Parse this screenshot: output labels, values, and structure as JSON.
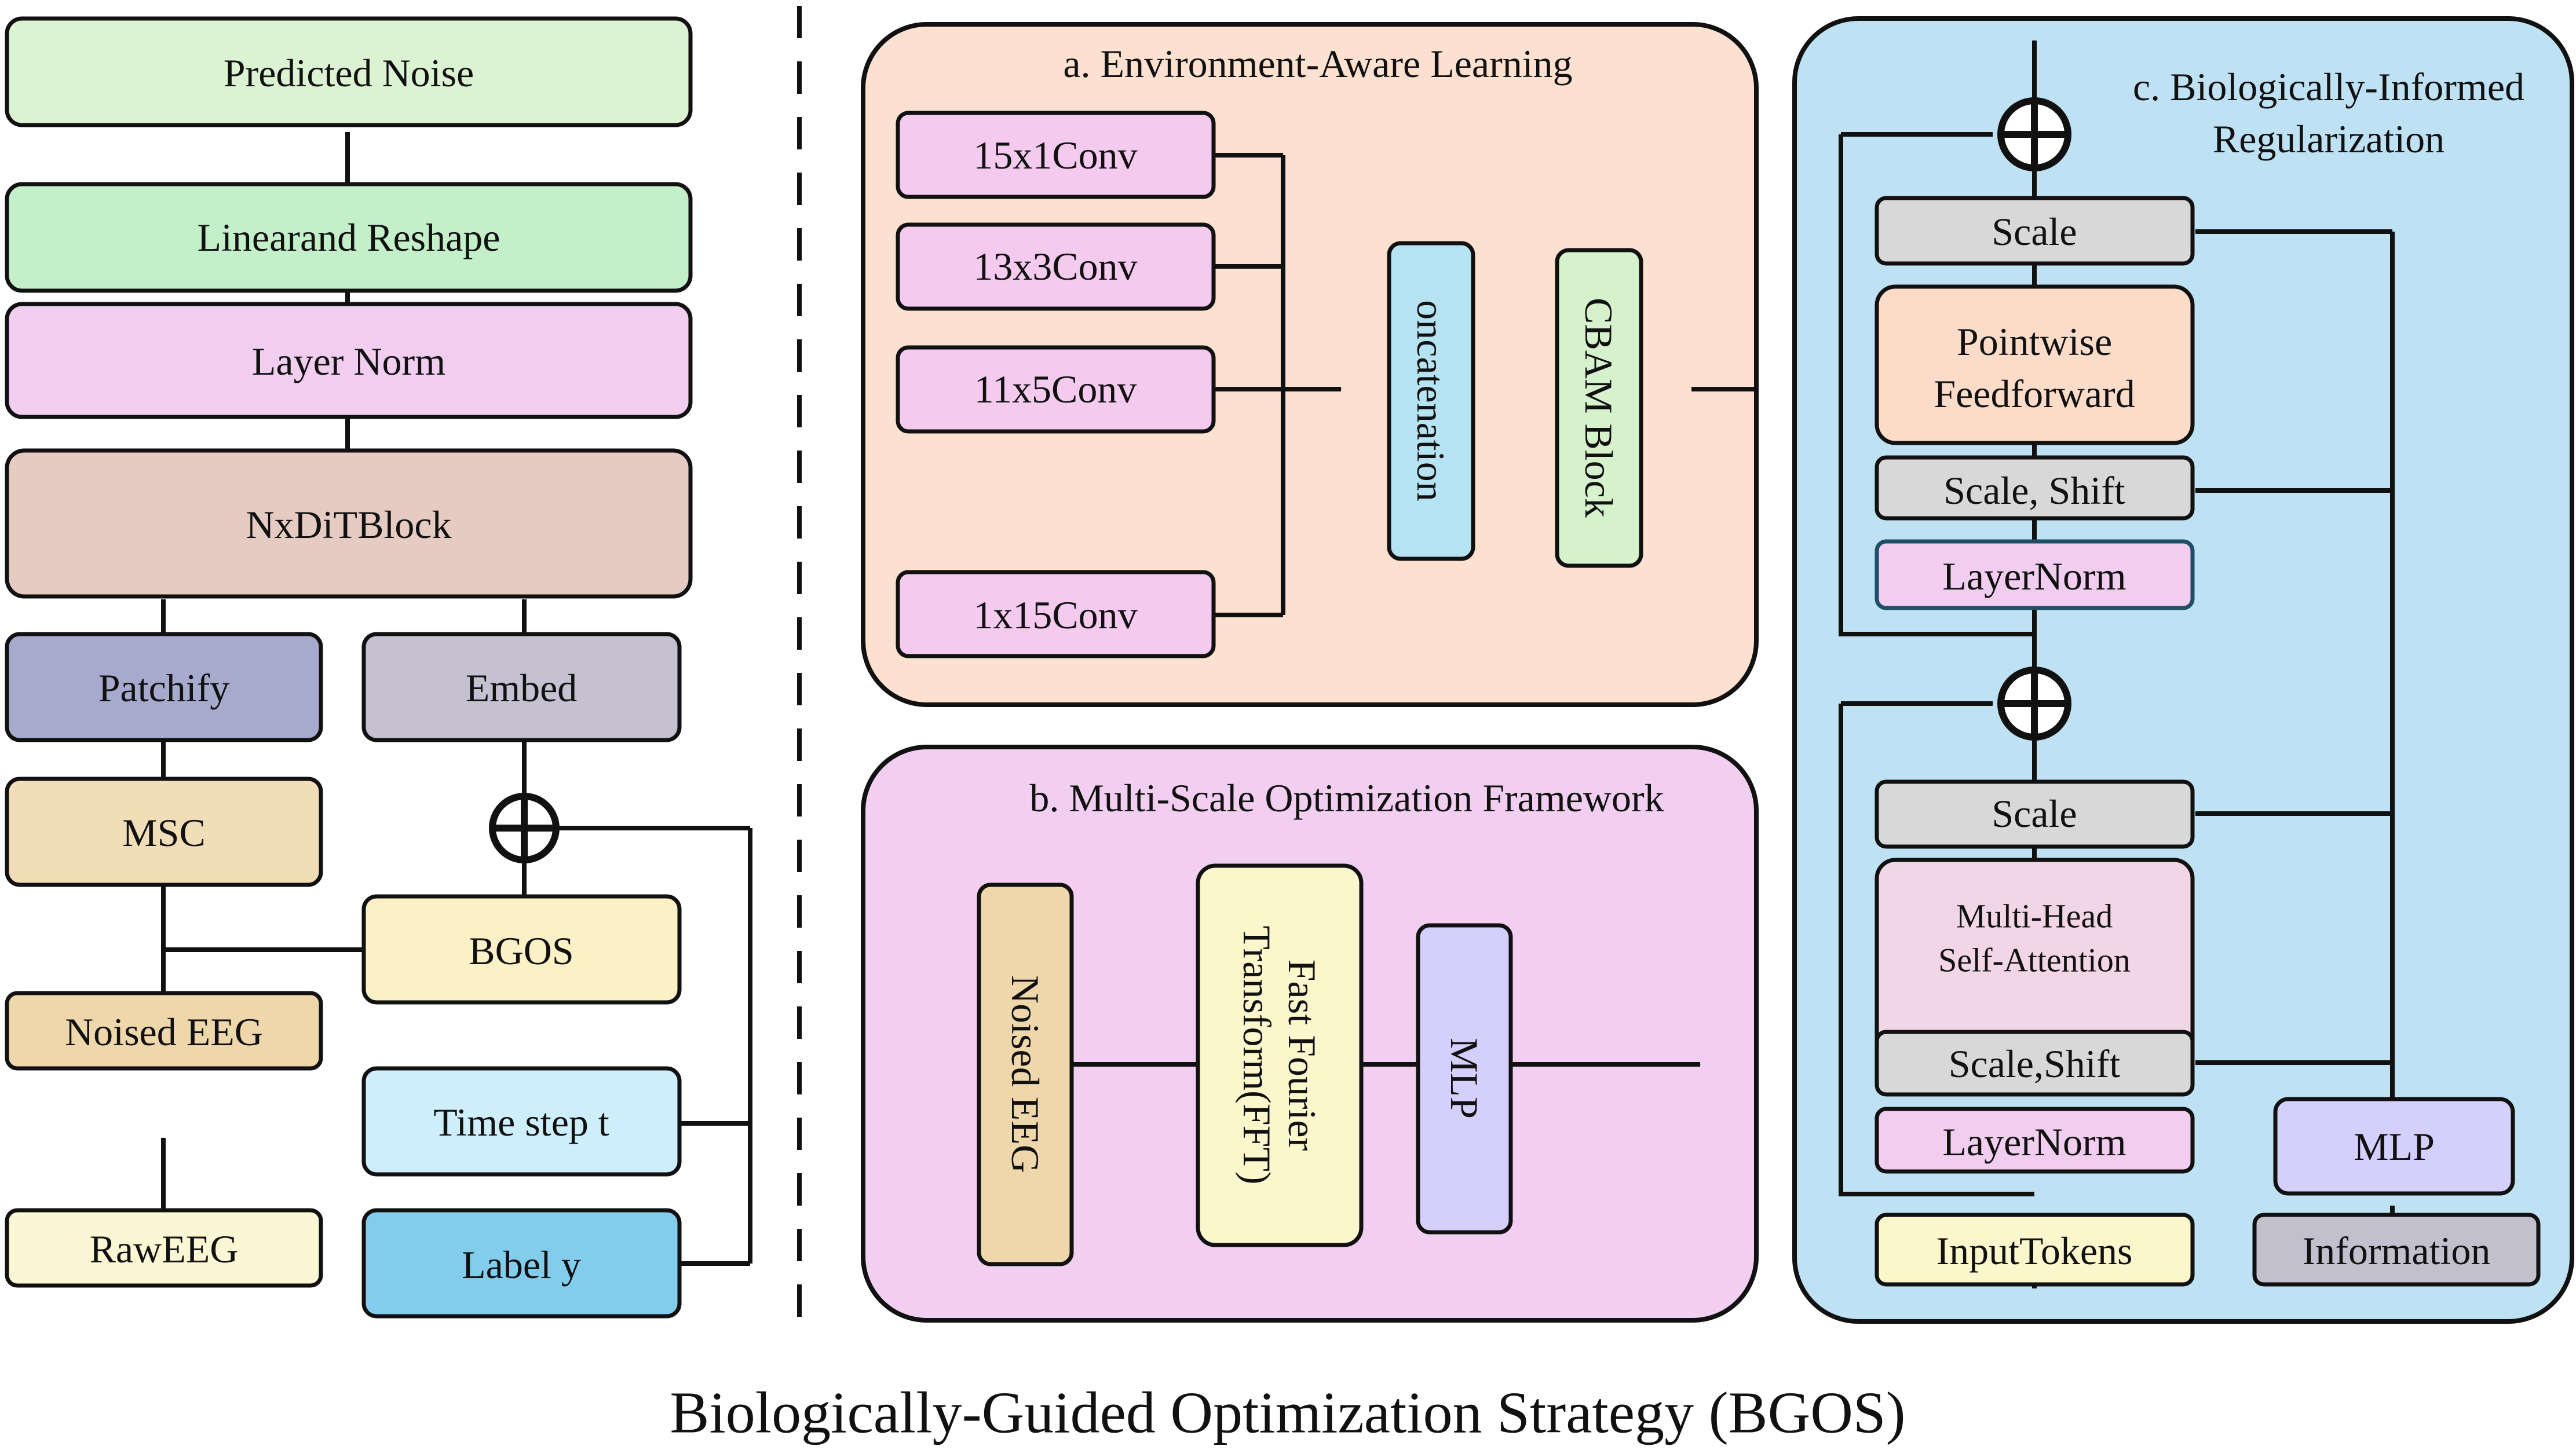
{
  "left": {
    "predicted_noise": "Predicted Noise",
    "linear_reshape": "Linearand Reshape",
    "layer_norm": "Layer Norm",
    "dit_block": "NxDiTBlock",
    "patchify": "Patchify",
    "embed": "Embed",
    "msc": "MSC",
    "bgos": "BGOS",
    "noised_eeg": "Noised EEG",
    "time_step": "Time step t",
    "raw_eeg": "RawEEG",
    "label_y": "Label y"
  },
  "panel_a": {
    "title": "a. Environment-Aware Learning",
    "conv1": "15x1Conv",
    "conv2": "13x3Conv",
    "conv3": "11x5Conv",
    "conv4": "1x15Conv",
    "concat": "oncatenation",
    "cbam": "CBAM Block"
  },
  "panel_b": {
    "title": "b. Multi-Scale Optimization Framework",
    "noised_eeg": "Noised EEG",
    "fft_line1": "Fast Fourier",
    "fft_line2": "Transform(FFT)",
    "mlp": "MLP"
  },
  "panel_c": {
    "title_line1": "c. Biologically-Informed",
    "title_line2": "Regularization",
    "scale_top": "Scale",
    "ffn_line1": "Pointwise",
    "ffn_line2": "Feedforward",
    "scale_shift_top": "Scale, Shift",
    "layernorm_top": "LayerNorm",
    "scale_bottom": "Scale",
    "mhsa_line1": "Multi-Head",
    "mhsa_line2": "Self-Attention",
    "scale_shift_bottom": "Scale,Shift",
    "layernorm_bottom": "LayerNorm",
    "mlp": "MLP",
    "input_tokens": "InputTokens",
    "information": "Information"
  },
  "caption": "Biologically-Guided Optimization Strategy (BGOS)",
  "colors": {
    "predicted_noise": "#dcf3d3",
    "linear_reshape": "#c3efc9",
    "layer_norm": "#f1cdef",
    "dit_block": "#e6cbc3",
    "patchify": "#a6abcd",
    "embed": "#c5c1d0",
    "msc": "#f1ddb7",
    "bgos": "#fcf0c6",
    "noised_eeg": "#efd7ac",
    "time_step": "#cdeefa",
    "raw_eeg": "#fbf6d3",
    "label_y": "#82ccec",
    "panel_a_bg": "#fce0d0",
    "conv": "#f4cbef",
    "concat": "#b6e3f2",
    "cbam": "#d5f2cc",
    "panel_b_bg": "#f2cff0",
    "fft": "#fbf6cc",
    "mlp": "#d4cffb",
    "panel_c_bg": "#bfe1f4",
    "gray": "#d8d8d8",
    "ffn": "#fbdcc8",
    "mhsa": "#f2d6e6",
    "information": "#c3c0cd"
  }
}
